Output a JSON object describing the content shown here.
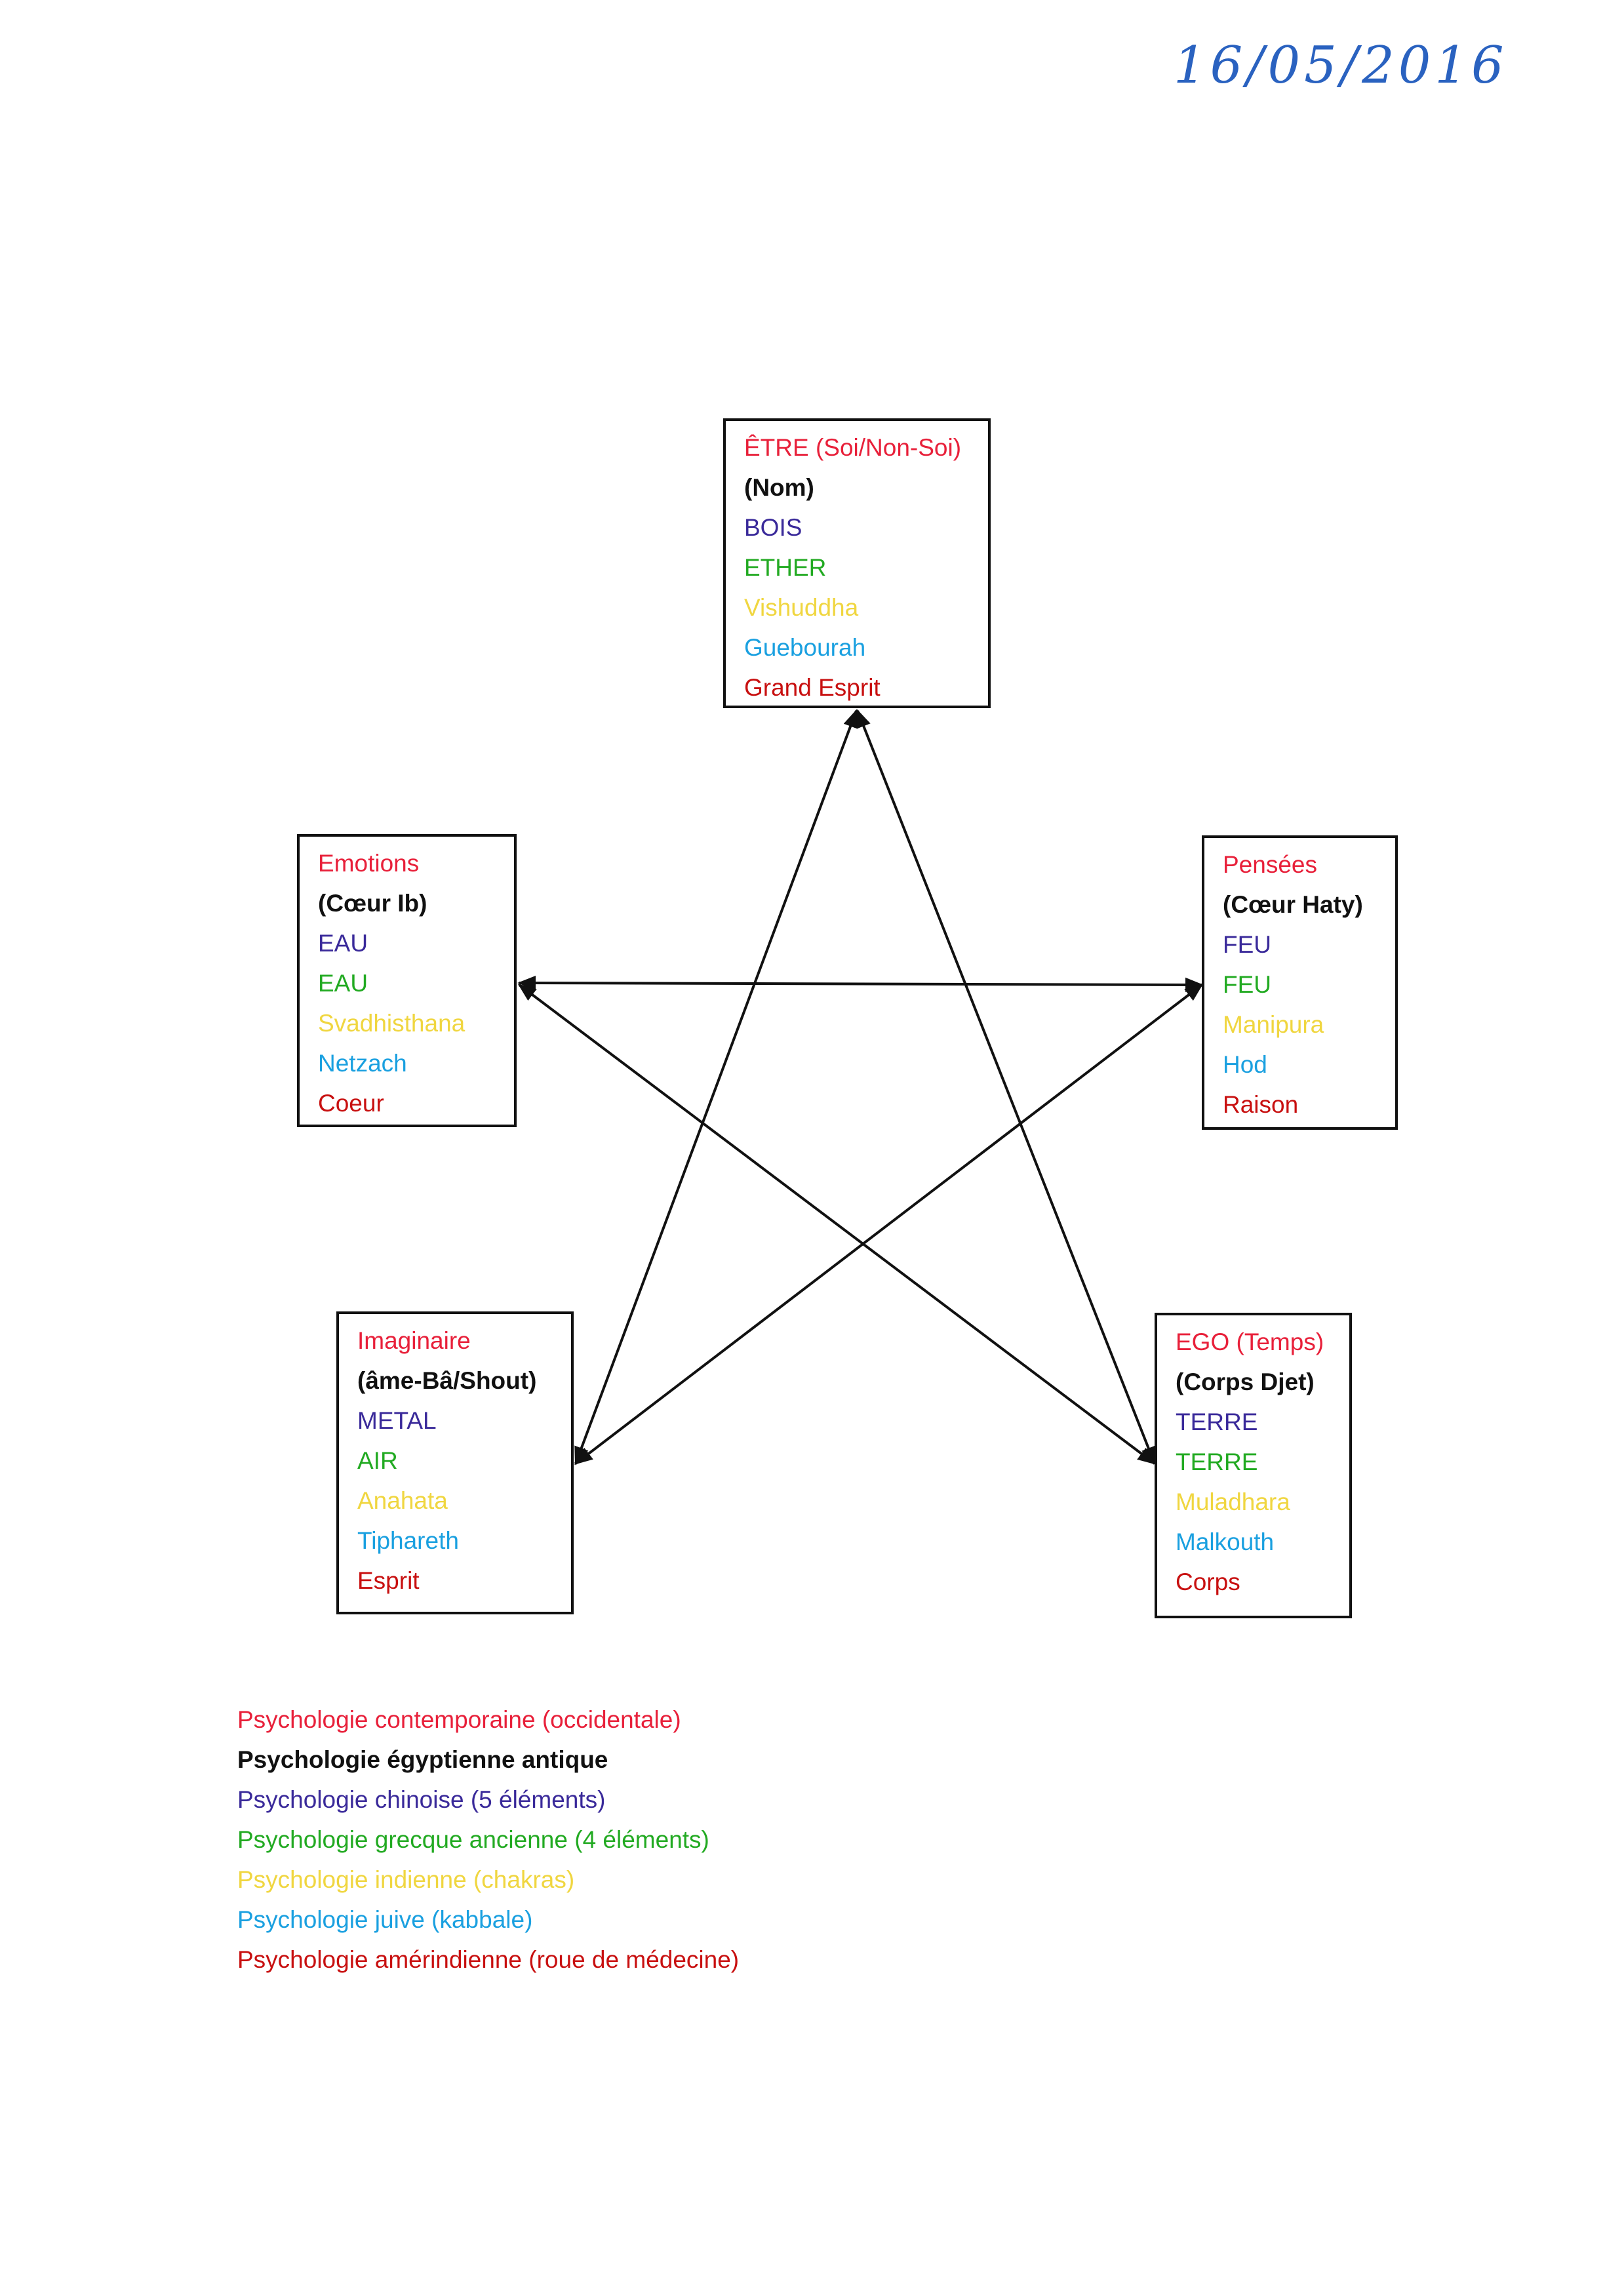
{
  "date": "16/05/2016",
  "colors": {
    "contemporary": "#e8203a",
    "egyptian": "#111111",
    "chinese": "#3a2a9a",
    "greek": "#22aa22",
    "indian": "#f0d640",
    "jewish": "#1aa0e0",
    "amerindian": "#c81010"
  },
  "boxes": {
    "top": [
      "ÊTRE (Soi/Non-Soi)",
      "(Nom)",
      "BOIS",
      "ETHER",
      "Vishuddha",
      "Guebourah",
      "Grand Esprit"
    ],
    "left": [
      "Emotions",
      "(Cœur Ib)",
      "EAU",
      "EAU",
      "Svadhisthana",
      "Netzach",
      "Coeur"
    ],
    "right": [
      "Pensées",
      "(Cœur Haty)",
      "FEU",
      "FEU",
      "Manipura",
      "Hod",
      "Raison"
    ],
    "bottom_left": [
      "Imaginaire",
      "(âme-Bâ/Shout)",
      "METAL",
      "AIR",
      "Anahata",
      "Tiphareth",
      "Esprit"
    ],
    "bottom_right": [
      "EGO (Temps)",
      "(Corps Djet)",
      "TERRE",
      "TERRE",
      "Muladhara",
      "Malkouth",
      "Corps"
    ]
  },
  "legend": [
    "Psychologie contemporaine (occidentale)",
    "Psychologie égyptienne antique",
    "Psychologie chinoise (5 éléments)",
    "Psychologie grecque ancienne (4 éléments)",
    "Psychologie indienne (chakras)",
    "Psychologie juive (kabbale)",
    "Psychologie amérindienne (roue de médecine)"
  ]
}
